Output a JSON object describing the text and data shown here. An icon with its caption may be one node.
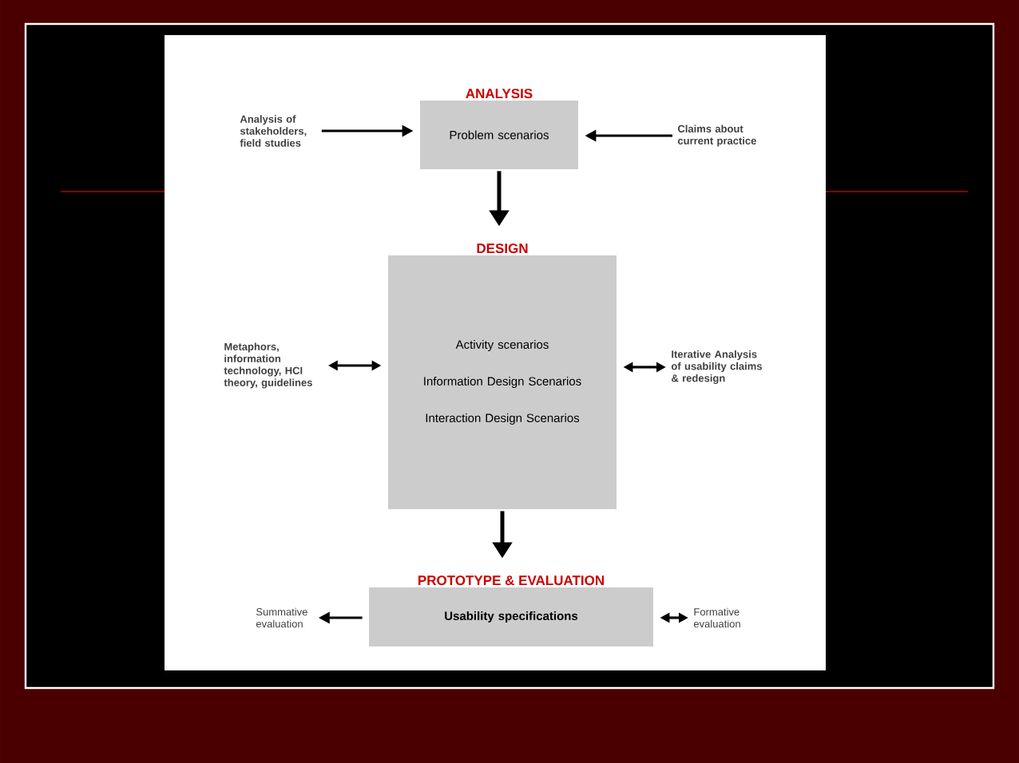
{
  "diagram": {
    "nodes": [
      {
        "text": [
          "ANALYSIS",
          "Problem scenarios"
        ]
      },
      {
        "text": [
          "DESIGN",
          "Activity scenarios",
          "Information Design Scenarios",
          "Interaction Design Scenarios"
        ]
      },
      {
        "text": [
          "PROTOTYPE & EVALUATION",
          "Usability specifications"
        ]
      },
      {
        "text": [
          "Analysis of stakeholders, field studies"
        ]
      },
      {
        "text": [
          "Claims about current practice"
        ]
      },
      {
        "text": [
          "Metaphors, information technology, HCI theory, guidelines"
        ]
      },
      {
        "text": [
          "Iterative Analysis of usability claims & redesign"
        ]
      },
      {
        "text": [
          "Summative evaluation"
        ]
      },
      {
        "text": [
          "Formative evaluation"
        ]
      }
    ],
    "edges": [
      {
        "from": 3,
        "to": 0,
        "arrow": "to"
      },
      {
        "from": 4,
        "to": 0,
        "arrow": "to"
      },
      {
        "from": 0,
        "to": 1,
        "arrow": "to"
      },
      {
        "from": 5,
        "to": 1,
        "arrow": "both"
      },
      {
        "from": 6,
        "to": 1,
        "arrow": "both"
      },
      {
        "from": 1,
        "to": 2,
        "arrow": "to"
      },
      {
        "from": 2,
        "to": 7,
        "arrow": "to"
      },
      {
        "from": 2,
        "to": 8,
        "arrow": "both"
      }
    ]
  }
}
